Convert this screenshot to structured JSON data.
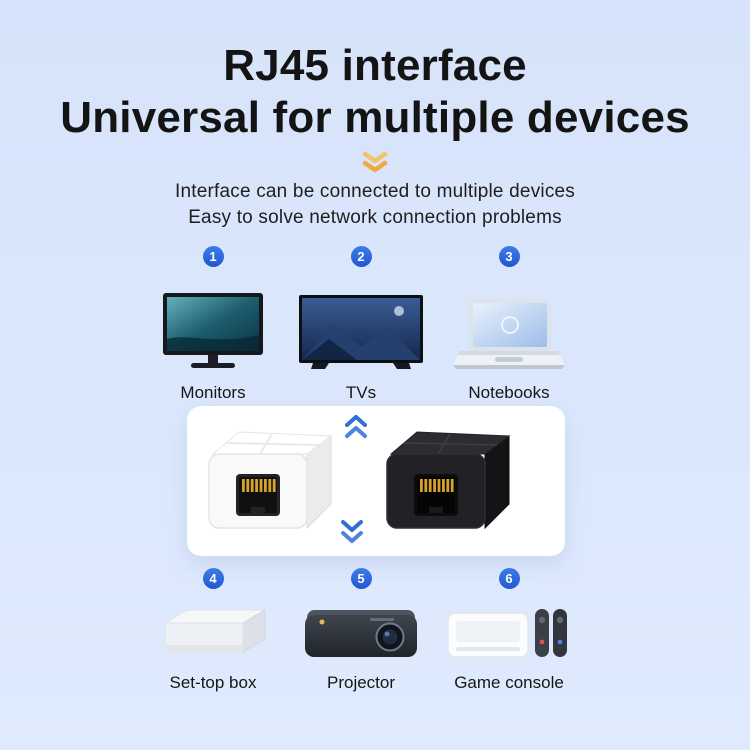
{
  "colors": {
    "background": "#d9e6fb",
    "title_text": "#141414",
    "body_text": "#1e1e1e",
    "badge_blue": "#2a6bdb",
    "accent_orange": "#efa93f",
    "accent_blue": "#2f6fd6",
    "card_background": "#ffffff",
    "rj45_pin_gold": "#d8a32a"
  },
  "header": {
    "title_line1": "RJ45 interface",
    "title_line2": "Universal for multiple devices",
    "description_line1": "Interface can be connected to multiple devices",
    "description_line2": "Easy to solve network connection problems"
  },
  "icons": {
    "header_divider": "double-chevron-down",
    "adapter_up": "double-chevron-up",
    "adapter_down": "double-chevron-down"
  },
  "devices_top": [
    {
      "number": "1",
      "label": "Monitors",
      "illustration": "desktop-monitor"
    },
    {
      "number": "2",
      "label": "TVs",
      "illustration": "television"
    },
    {
      "number": "3",
      "label": "Notebooks",
      "illustration": "laptop"
    }
  ],
  "adapter_card": {
    "left_item": "white-rj45-coupler",
    "right_item": "black-rj45-coupler"
  },
  "devices_bottom": [
    {
      "number": "4",
      "label": "Set-top box",
      "illustration": "set-top-box"
    },
    {
      "number": "5",
      "label": "Projector",
      "illustration": "projector"
    },
    {
      "number": "6",
      "label": "Game console",
      "illustration": "game-console"
    }
  ]
}
